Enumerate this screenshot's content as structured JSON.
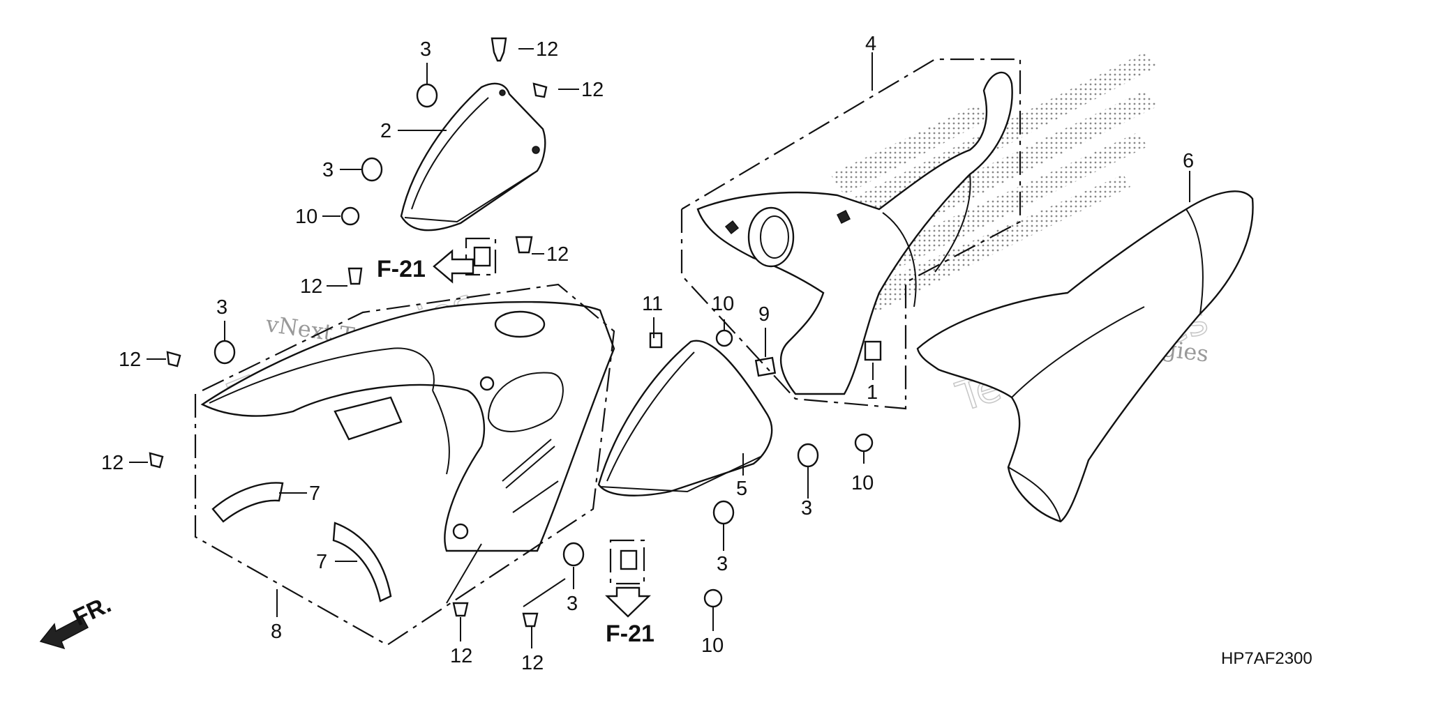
{
  "diagram": {
    "drawing_code": "HP7AF2300",
    "front_marker": "FR.",
    "ref_label": "F-21",
    "watermark_line1": "vNext Technologies",
    "watermark_line2": "Technologies",
    "callouts": {
      "c_3a": "3",
      "c_12a": "12",
      "c_12b": "12",
      "c_2": "2",
      "c_3b": "3",
      "c_10a": "10",
      "c_12c": "12",
      "c_12d": "12",
      "c_3c": "3",
      "c_12e": "12",
      "c_12f": "12",
      "c_7a": "7",
      "c_7b": "7",
      "c_8": "8",
      "c_12g": "12",
      "c_12h": "12",
      "c_3d": "3",
      "c_11": "11",
      "c_10b": "10",
      "c_9": "9",
      "c_1": "1",
      "c_4": "4",
      "c_5": "5",
      "c_3e": "3",
      "c_10c": "10",
      "c_3f": "3",
      "c_10d": "10",
      "c_6": "6"
    }
  }
}
